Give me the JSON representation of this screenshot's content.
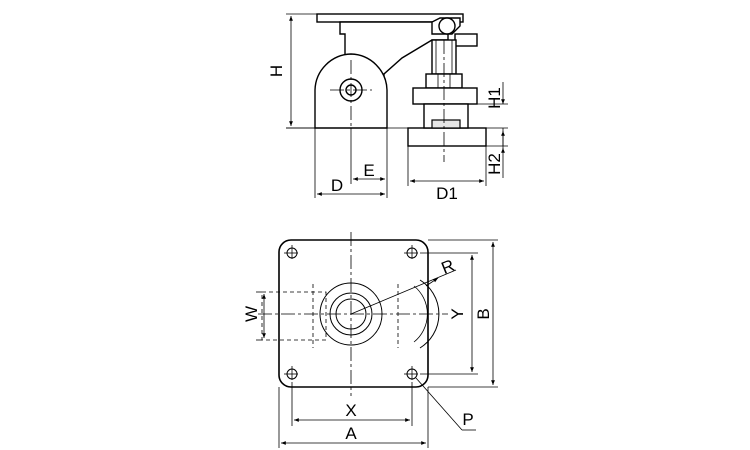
{
  "labels": {
    "H": "H",
    "H1": "H1",
    "H2": "H2",
    "D": "D",
    "E": "E",
    "D1": "D1",
    "W": "W",
    "R": "R",
    "Y": "Y",
    "B": "B",
    "X": "X",
    "A": "A",
    "P": "P"
  }
}
